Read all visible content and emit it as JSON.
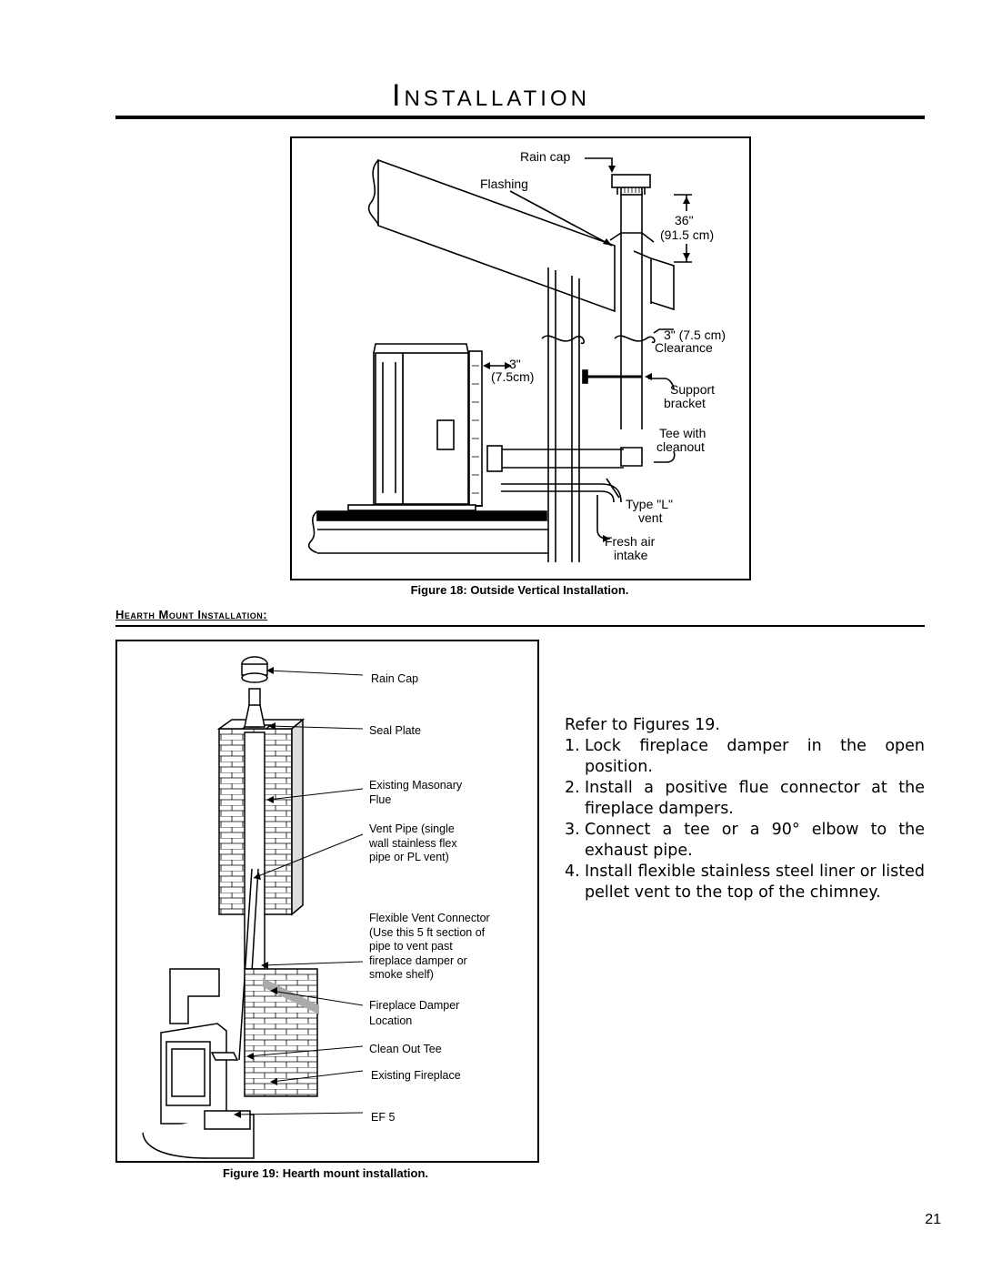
{
  "page": {
    "title": "Installation",
    "page_number": "21"
  },
  "figure18": {
    "caption": "Figure 18: Outside Vertical Installation.",
    "labels": {
      "rain_cap": "Rain cap",
      "flashing": "Flashing",
      "dim_36": "36\"",
      "dim_36_cm": "(91.5 cm)",
      "clearance_3": "3\" (7.5 cm)",
      "clearance_word": "Clearance",
      "wall_3": "3\"",
      "wall_3_cm": "(7.5cm)",
      "support_1": "Support",
      "support_2": "bracket",
      "tee_1": "Tee with",
      "tee_2": "cleanout",
      "typel_1": "Type \"L\"",
      "typel_2": "vent",
      "fresh_1": "Fresh air",
      "fresh_2": "intake"
    }
  },
  "section": {
    "heading": "Hearth Mount Installation:"
  },
  "figure19": {
    "caption": "Figure 19: Hearth mount installation.",
    "labels": {
      "rain_cap": "Rain Cap",
      "seal_plate": "Seal Plate",
      "masonry_1": "Existing Masonary",
      "masonry_2": "Flue",
      "vent_1": "Vent Pipe (single",
      "vent_2": "wall stainless flex",
      "vent_3": "pipe or PL vent)",
      "flex_1": "Flexible Vent Connector",
      "flex_2": "(Use this 5 ft section of",
      "flex_3": "pipe to vent past",
      "flex_4": "fireplace damper or",
      "flex_5": "smoke shelf)",
      "damper_1": "Fireplace Damper",
      "damper_2": "Location",
      "cleanout": "Clean Out Tee",
      "fireplace": "Existing Fireplace",
      "code": "EF 5"
    }
  },
  "instructions": {
    "intro": "Refer to Figures 19.",
    "steps": [
      {
        "num": "1.",
        "text": "Lock fireplace damper in the open position."
      },
      {
        "num": "2.",
        "text": "Install a positive flue connector at the fireplace dampers."
      },
      {
        "num": "3.",
        "text": "Connect a tee or a 90° elbow to the exhaust pipe."
      },
      {
        "num": "4.",
        "text": "Install flexible stainless steel liner or listed pellet vent to the top of the chimney."
      }
    ]
  }
}
